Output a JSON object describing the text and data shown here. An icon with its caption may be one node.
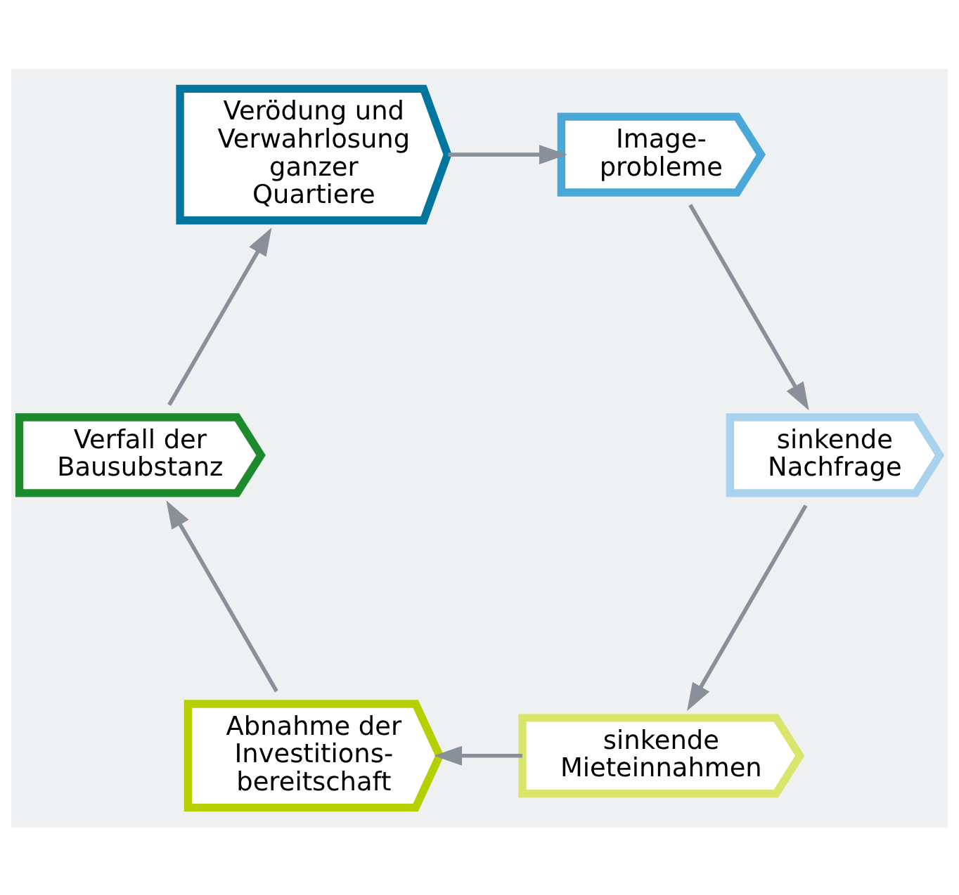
{
  "diagram": {
    "nodes": [
      {
        "text": [
          "sinkende Mieteinnahmen"
        ]
      },
      {
        "text": [
          "sinkende Nachfrage"
        ]
      },
      {
        "text": [
          "Abnahme der Investitions- bereitschaft"
        ]
      },
      {
        "text": [
          "Verfall der Bausubstanz"
        ]
      },
      {
        "text": [
          "Image- probleme"
        ]
      },
      {
        "text": [
          "Verödung und Verwahrlosung ganzer Quartiere"
        ]
      }
    ],
    "edges": [
      {
        "from": 0,
        "to": 2,
        "arrow": "to"
      },
      {
        "from": 2,
        "to": 3,
        "arrow": "to"
      },
      {
        "from": 3,
        "to": 5,
        "arrow": "to"
      },
      {
        "from": 5,
        "to": 4,
        "arrow": "to"
      },
      {
        "from": 4,
        "to": 1,
        "arrow": "to"
      },
      {
        "from": 1,
        "to": 0,
        "arrow": "to"
      }
    ]
  }
}
